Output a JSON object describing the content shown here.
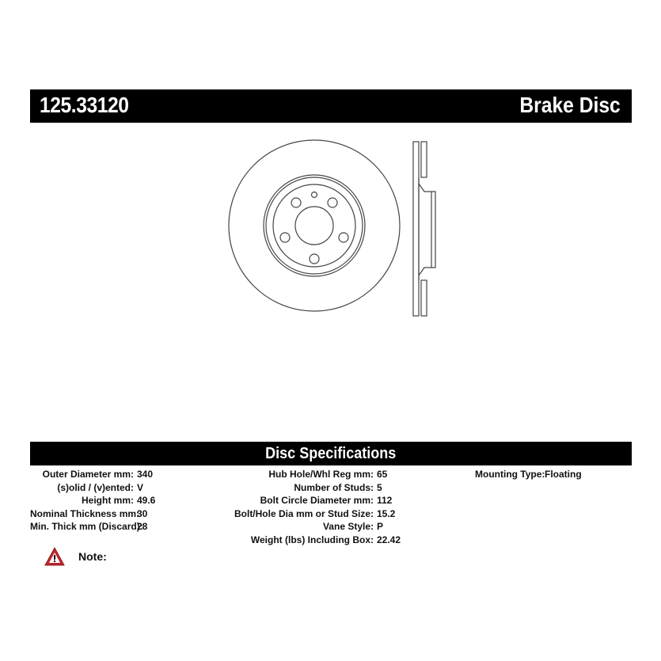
{
  "header": {
    "part_number": "125.33120",
    "part_type": "Brake Disc"
  },
  "drawing": {
    "front_view_icon": "brake-disc-front-view",
    "side_view_icon": "brake-disc-cross-section"
  },
  "specifications": {
    "title": "Disc Specifications",
    "columns": [
      [
        {
          "label": "Outer Diameter mm:",
          "value": "340"
        },
        {
          "label": "(s)olid / (v)ented:",
          "value": "V"
        },
        {
          "label": "Height mm:",
          "value": "49.6"
        },
        {
          "label": "Nominal Thickness mm:",
          "value": "30"
        },
        {
          "label": "Min. Thick mm (Discard):",
          "value": "28"
        }
      ],
      [
        {
          "label": "Hub Hole/Whl Reg mm:",
          "value": "65"
        },
        {
          "label": "Number of Studs:",
          "value": "5"
        },
        {
          "label": "Bolt Circle Diameter mm:",
          "value": "112"
        },
        {
          "label": "Bolt/Hole Dia mm or Stud Size:",
          "value": "15.2"
        },
        {
          "label": "Vane Style:",
          "value": "P"
        },
        {
          "label": "Weight (lbs) Including Box:",
          "value": "22.42"
        }
      ],
      [
        {
          "label": "Mounting Type:",
          "value": "Floating"
        }
      ]
    ]
  },
  "note": {
    "icon": "warning-triangle",
    "label": "Note:",
    "warning_color": "#c0262b"
  }
}
